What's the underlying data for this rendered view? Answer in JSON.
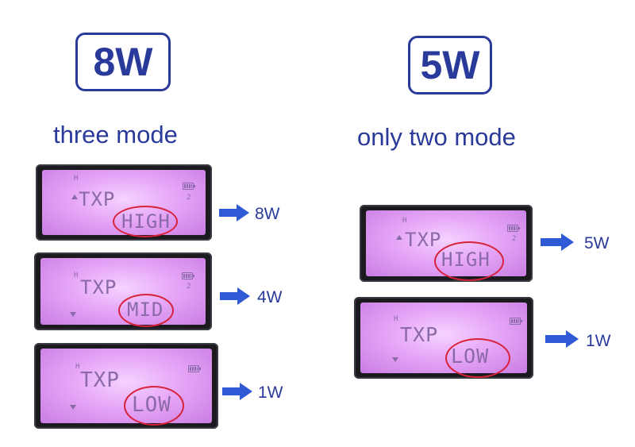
{
  "left": {
    "badge": "8W",
    "subtitle": "three mode",
    "panels": [
      {
        "prefix": "TXP",
        "mode": "HIGH",
        "output": "8W"
      },
      {
        "prefix": "TXP",
        "mode": "MID",
        "output": "4W"
      },
      {
        "prefix": "TXP",
        "mode": "LOW",
        "output": "1W"
      }
    ]
  },
  "right": {
    "badge": "5W",
    "subtitle": "only two mode",
    "panels": [
      {
        "prefix": "TXP",
        "mode": "HIGH",
        "output": "5W"
      },
      {
        "prefix": "TXP",
        "mode": "LOW",
        "output": "1W"
      }
    ]
  },
  "lcd_indicator": "H",
  "lcd_channel": "2",
  "colors": {
    "accent": "#2a3a9a",
    "highlight": "#d8223a",
    "lcd": "#e6a6f7"
  }
}
